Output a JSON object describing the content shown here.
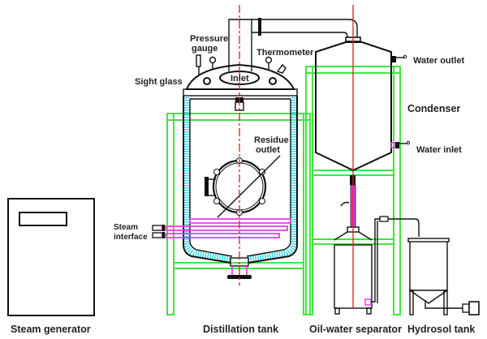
{
  "diagram": {
    "title": "Essential oil steam distillation equipment schematic",
    "colors": {
      "outline": "#111111",
      "frame": "#3fe63f",
      "steam_coil": "#e640e6",
      "jacket": "#38d8e8",
      "centerline": "#e61a1a"
    },
    "labels": {
      "pressure_gauge_1": "Pressure",
      "pressure_gauge_2": "gauge",
      "thermometer": "Thermometer",
      "sight_glass": "Sight glass",
      "inlet": "Inlet",
      "residue_outlet_1": "Residue",
      "residue_outlet_2": "outlet",
      "steam_interface_1": "Steam",
      "steam_interface_2": "interface",
      "water_outlet": "Water outlet",
      "condenser": "Condenser",
      "water_inlet": "Water inlet"
    },
    "components": [
      {
        "id": "steam-generator",
        "caption": "Steam generator"
      },
      {
        "id": "distillation-tank",
        "caption": "Distillation tank"
      },
      {
        "id": "oil-water-separator",
        "caption": "Oil-water separator"
      },
      {
        "id": "hydrosol-tank",
        "caption": "Hydrosol tank"
      }
    ]
  }
}
